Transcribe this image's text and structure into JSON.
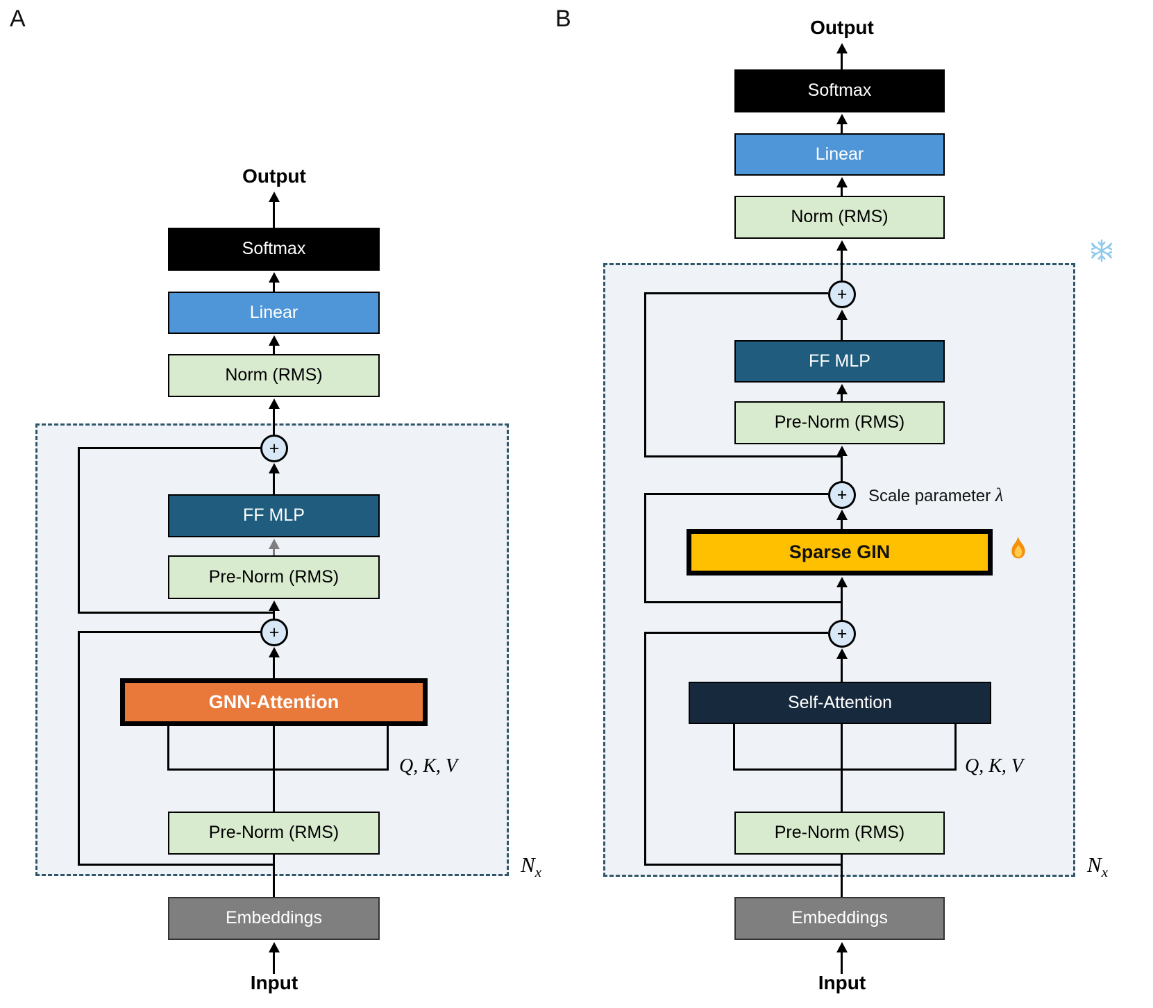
{
  "colors": {
    "canvas-bg": "#ffffff",
    "panel-fill": "#eff3f8",
    "dash-border": "#2f5668",
    "line": "#000000",
    "gray-line": "#7f7f7f",
    "softmax-bg": "#000000",
    "linear-bg": "#4f96d8",
    "norm-bg": "#d9ebcf",
    "ffmlp-bg": "#1f5c7d",
    "attn-a-bg": "#e8793a",
    "attn-b-bg": "#16293d",
    "gin-bg": "#ffc000",
    "emb-bg": "#7f7f7f",
    "plus-fill": "#d8e8f6",
    "snowflake-color": "#8ec9ec",
    "fire-outer": "#f4900c",
    "fire-inner": "#ffcc4d"
  },
  "icons": {
    "snowflake": "❄",
    "fire": "🔥"
  },
  "panel_a": {
    "panel_label": "A",
    "output_label": "Output",
    "softmax": "Softmax",
    "linear": "Linear",
    "norm": "Norm (RMS)",
    "ffmlp": "FF MLP",
    "prenorm_ff": "Pre-Norm (RMS)",
    "attention": "GNN-Attention",
    "qkv": "Q, K, V",
    "prenorm_attn": "Pre-Norm (RMS)",
    "repeat_n": "N",
    "repeat_sub": "x",
    "embeddings": "Embeddings",
    "input_label": "Input",
    "plus": "+"
  },
  "panel_b": {
    "panel_label": "B",
    "output_label": "Output",
    "softmax": "Softmax",
    "linear": "Linear",
    "norm": "Norm (RMS)",
    "ffmlp": "FF MLP",
    "prenorm_ff": "Pre-Norm (RMS)",
    "scale_text": "Scale parameter ",
    "lambda": "λ",
    "gin": "Sparse GIN",
    "attention": "Self-Attention",
    "qkv": "Q, K, V",
    "prenorm_attn": "Pre-Norm (RMS)",
    "repeat_n": "N",
    "repeat_sub": "x",
    "embeddings": "Embeddings",
    "input_label": "Input",
    "plus": "+"
  }
}
